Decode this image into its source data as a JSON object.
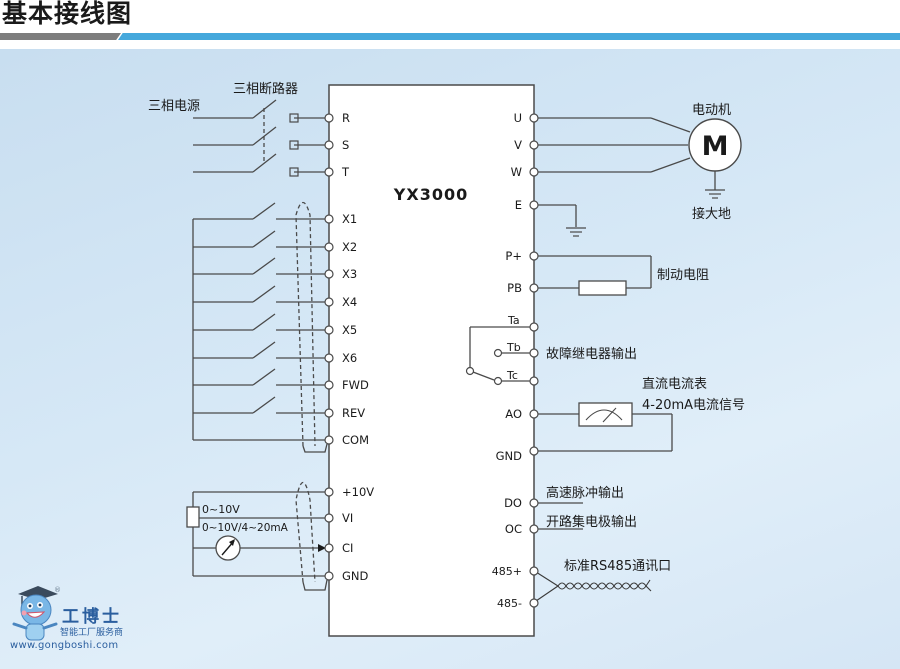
{
  "header": {
    "title": "基本接线图"
  },
  "colors": {
    "accent_bar": "#45a8dc",
    "gray_bar": "#7d7d7d",
    "line": "#4a4a4a",
    "panel_bg": "#d6e8f6",
    "logo": "#2a5e9e"
  },
  "device": {
    "model": "YX3000"
  },
  "power_input": {
    "source_label": "三相电源",
    "breaker_label": "三相断路器",
    "terminals": [
      "R",
      "S",
      "T"
    ]
  },
  "digital_inputs": {
    "terminals": [
      "X1",
      "X2",
      "X3",
      "X4",
      "X5",
      "X6",
      "FWD",
      "REV",
      "COM"
    ]
  },
  "analog_inputs": {
    "terminals": [
      "+10V",
      "VI",
      "CI",
      "GND"
    ],
    "pot_range_label": "0~10V",
    "signal_range_label": "0~10V/4~20mA"
  },
  "motor_output": {
    "terminals": [
      "U",
      "V",
      "W",
      "E"
    ],
    "motor_label": "电动机",
    "motor_symbol": "M",
    "ground_label": "接大地"
  },
  "brake": {
    "terminals": [
      "P+",
      "PB"
    ],
    "label": "制动电阻"
  },
  "relay": {
    "terminals": [
      "Ta",
      "Tb",
      "Tc"
    ],
    "label": "故障继电器输出"
  },
  "analog_output": {
    "terminals": [
      "AO",
      "GND"
    ],
    "meter_label": "直流电流表",
    "signal_label": "4-20mA电流信号"
  },
  "pulse_output": {
    "terminals": [
      "DO",
      "OC"
    ],
    "do_label": "高速脉冲输出",
    "oc_label": "开路集电极输出"
  },
  "rs485": {
    "terminals": [
      "485+",
      "485-"
    ],
    "label": "标准RS485通讯口"
  },
  "watermark": {
    "brand": "工博士",
    "slogan": "智能工厂服务商",
    "url": "www.gongboshi.com",
    "registered": "®"
  }
}
